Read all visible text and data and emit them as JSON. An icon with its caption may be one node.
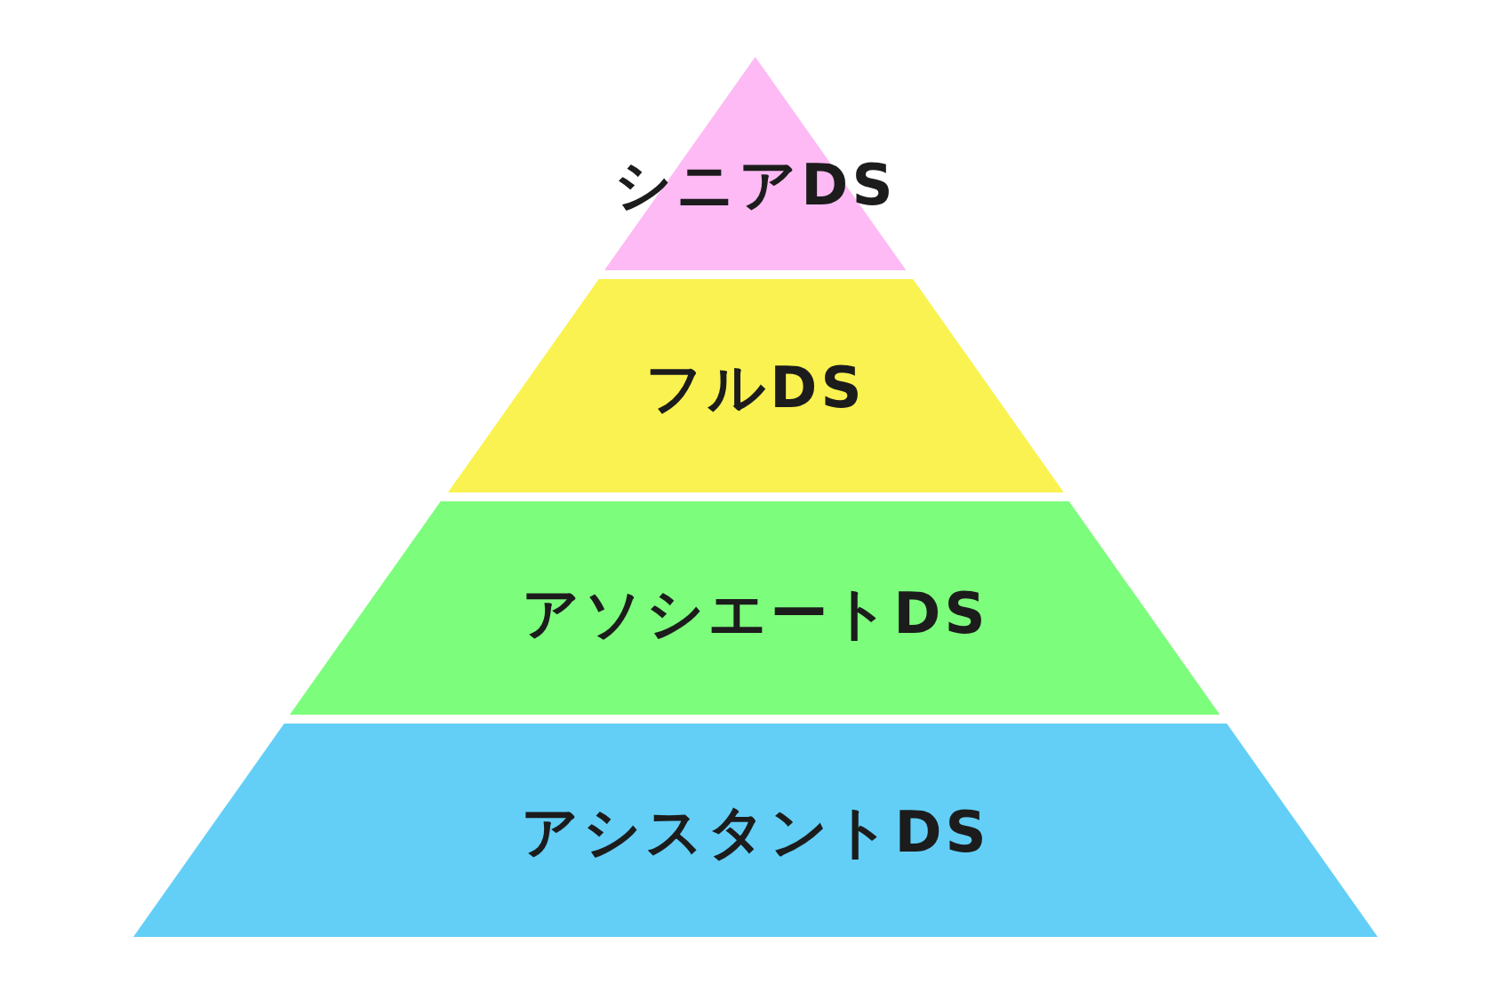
{
  "diagram": {
    "nodes": [
      {
        "text": [
          "シニアDS"
        ]
      },
      {
        "text": [
          "フルDS"
        ]
      },
      {
        "text": [
          "アソシエートDS"
        ]
      },
      {
        "text": [
          "アシスタントDS"
        ]
      }
    ]
  }
}
